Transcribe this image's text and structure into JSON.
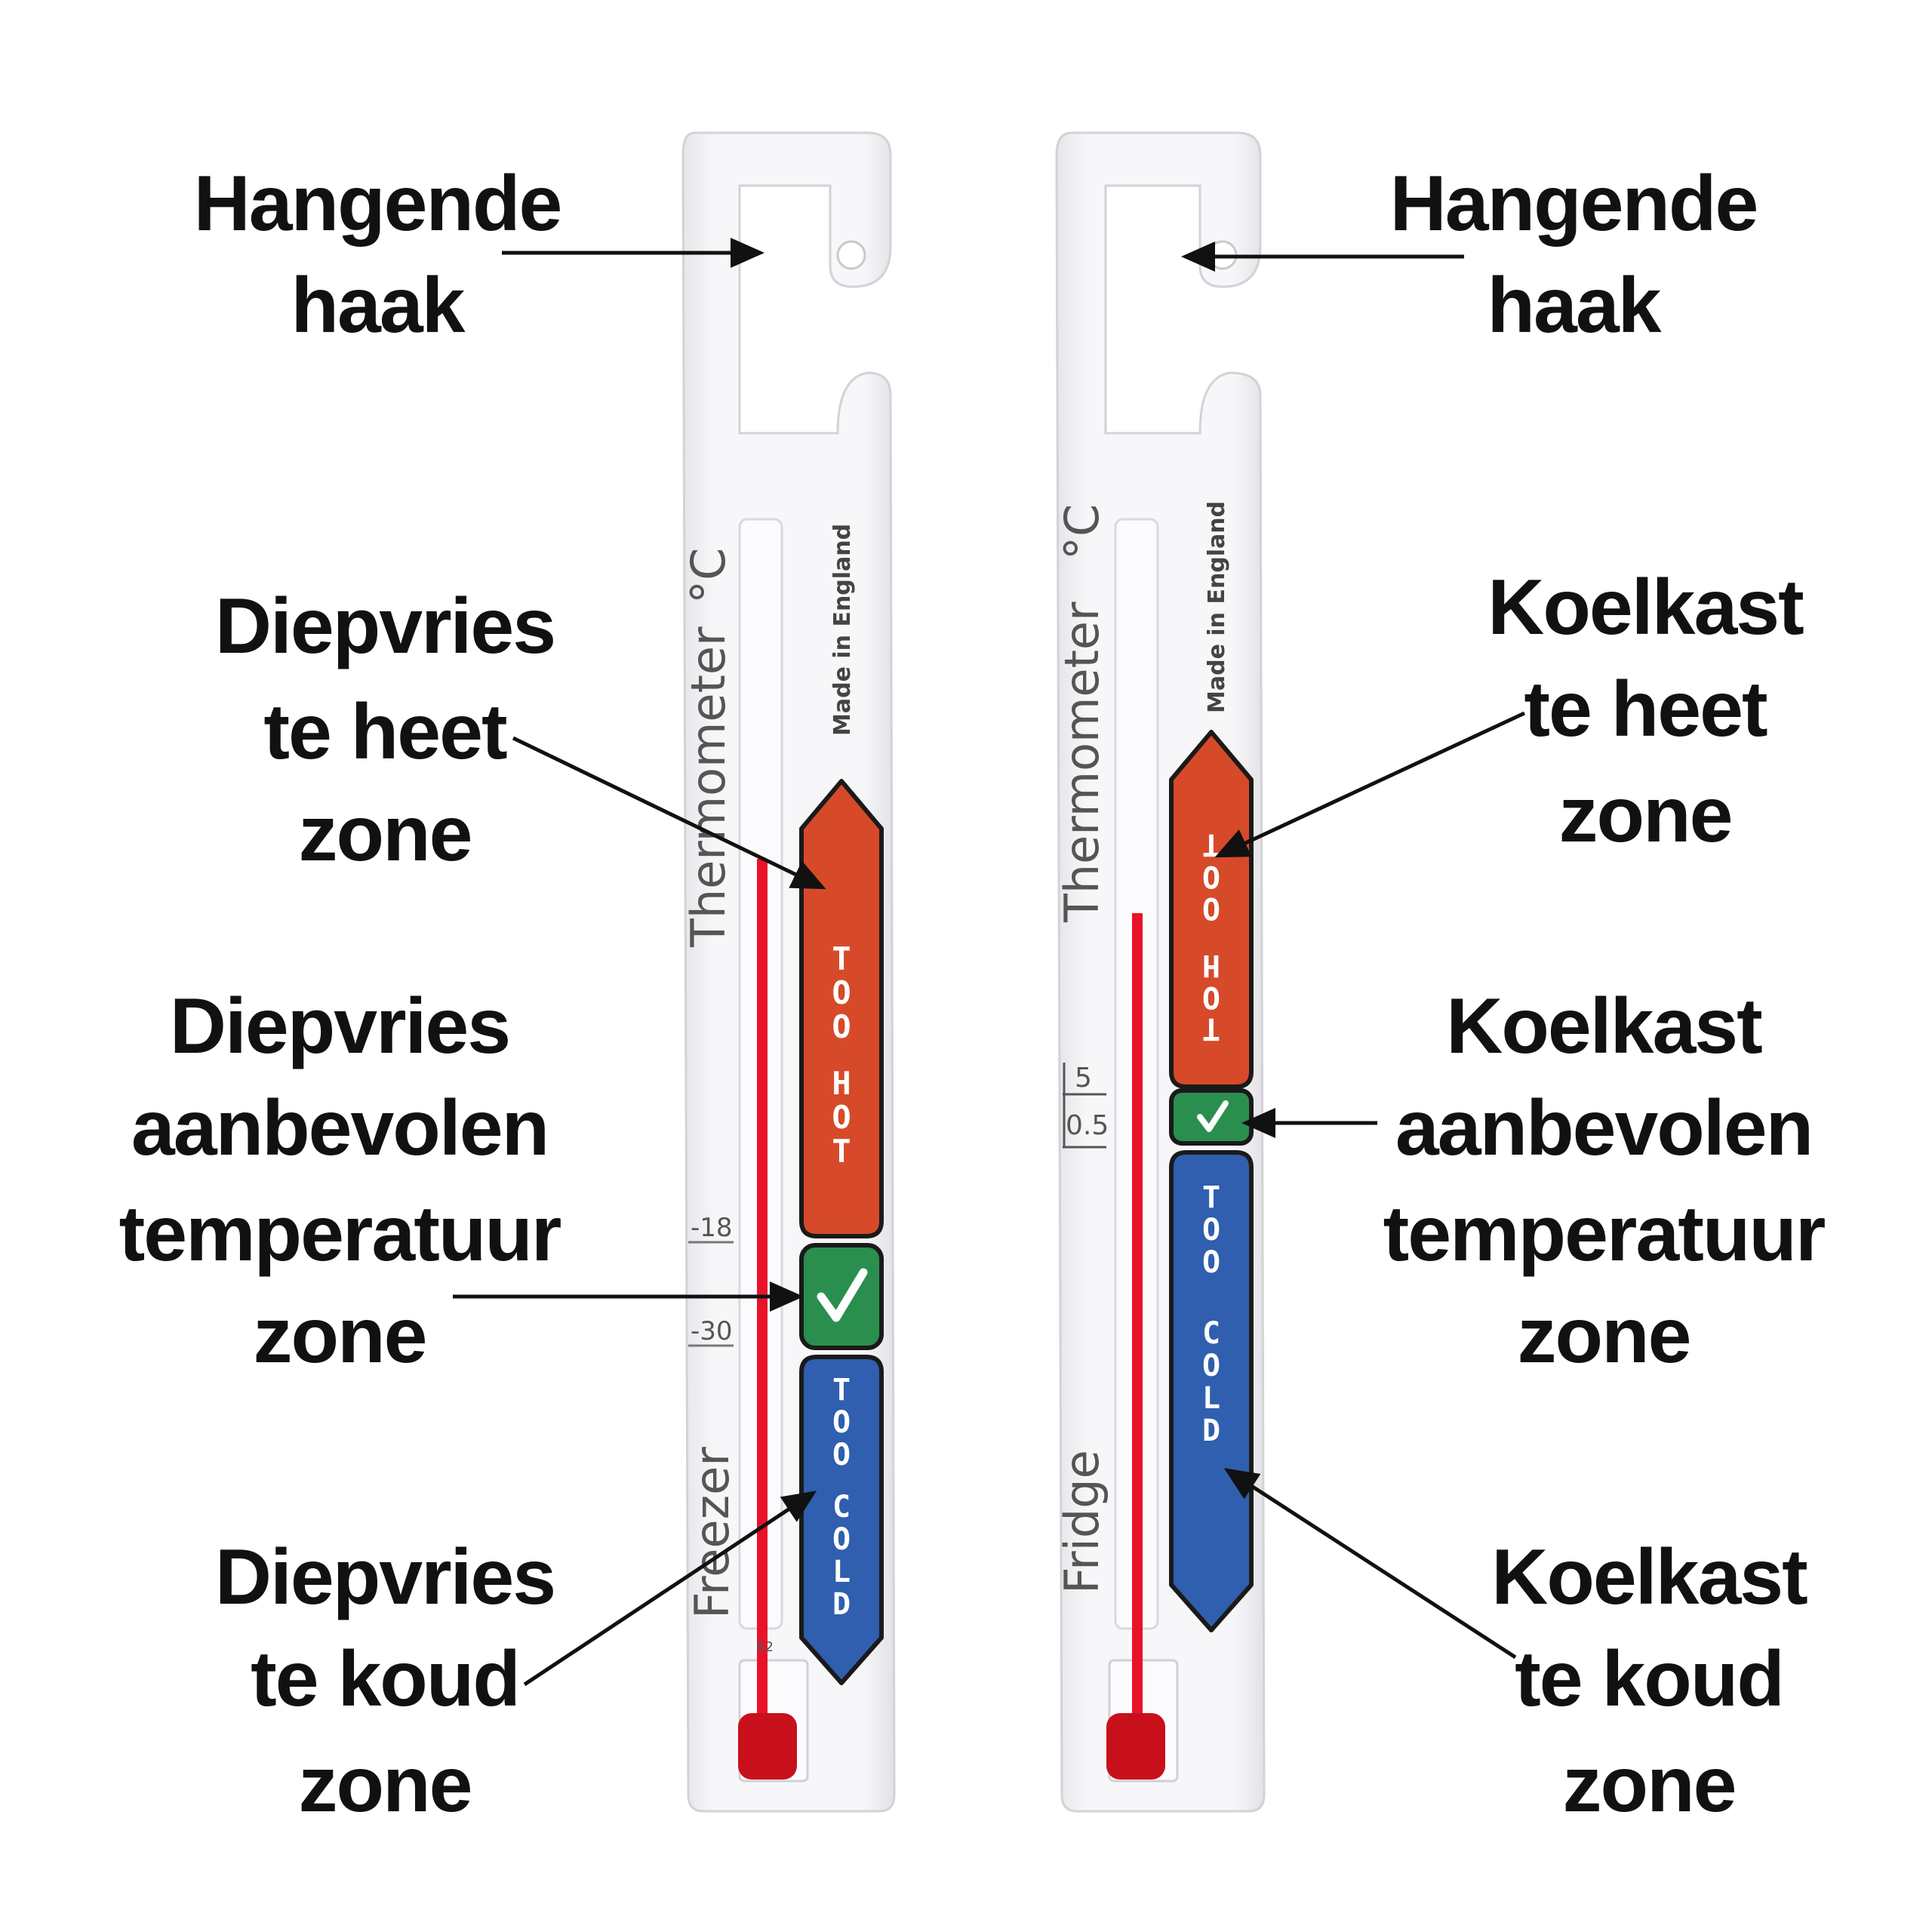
{
  "thermometers": {
    "freezer": {
      "brand": "Thermometer",
      "unit": "°C",
      "origin": "Made in England",
      "type_label": "Freezer",
      "zone_hot": "TOO HOT",
      "zone_ok_icon": "check-icon",
      "zone_cold": "TOO COLD",
      "scale_upper": "-18",
      "scale_lower": "-30",
      "bulb_mark": "62"
    },
    "fridge": {
      "brand": "Thermometer",
      "unit": "°C",
      "origin": "Made in England",
      "type_label": "Fridge",
      "zone_hot": "TOO HOT",
      "zone_ok_icon": "check-icon",
      "zone_cold": "TOO COLD",
      "scale_upper": "5",
      "scale_lower": "0.5"
    }
  },
  "callouts": {
    "left_hook": [
      "Hangende",
      "haak"
    ],
    "left_hot": [
      "Diepvries",
      "te heet",
      "zone"
    ],
    "left_ok": [
      "Diepvries",
      "aanbevolen",
      "temperatuur",
      "zone"
    ],
    "left_cold": [
      "Diepvries",
      "te koud",
      "zone"
    ],
    "right_hook": [
      "Hangende",
      "haak"
    ],
    "right_hot": [
      "Koelkast",
      "te heet",
      "zone"
    ],
    "right_ok": [
      "Koelkast",
      "aanbevolen",
      "temperatuur",
      "zone"
    ],
    "right_cold": [
      "Koelkast",
      "te koud",
      "zone"
    ]
  },
  "colors": {
    "hot_zone": "#d64a2a",
    "ok_zone": "#2a8f4e",
    "cold_zone": "#2f5fae",
    "mercury": "#e8132a",
    "body": "#f4f4f6",
    "outline": "#1a1a1a"
  }
}
